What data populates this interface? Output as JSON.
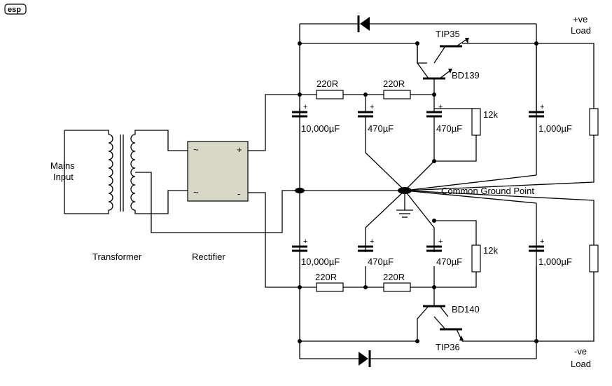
{
  "logo": {
    "text": "esp"
  },
  "labels": {
    "pos_load": [
      "+ve",
      "Load"
    ],
    "neg_load": [
      "-ve",
      "Load"
    ],
    "mains": [
      "Mains",
      "Input"
    ],
    "transformer": "Transformer",
    "rectifier": "Rectifier",
    "common_ground": "Common Ground Point",
    "rect_plus": "+",
    "rect_minus": "-",
    "rect_ac1": "~",
    "rect_ac2": "~"
  },
  "components": {
    "q_tip35": "TIP35",
    "q_bd139": "BD139",
    "q_bd140": "BD140",
    "q_tip36": "TIP36",
    "r1": "220R",
    "r2": "220R",
    "r3": "220R",
    "r4": "220R",
    "r_top_12k": "12k",
    "r_bot_12k": "12k",
    "c_top_main": "10,000µF",
    "c_top_470a": "470µF",
    "c_top_470b": "470µF",
    "c_top_out": "1,000µF",
    "c_bot_main": "10,000µF",
    "c_bot_470a": "470µF",
    "c_bot_470b": "470µF",
    "c_bot_out": "1,000µF",
    "cap_plus": "+"
  }
}
